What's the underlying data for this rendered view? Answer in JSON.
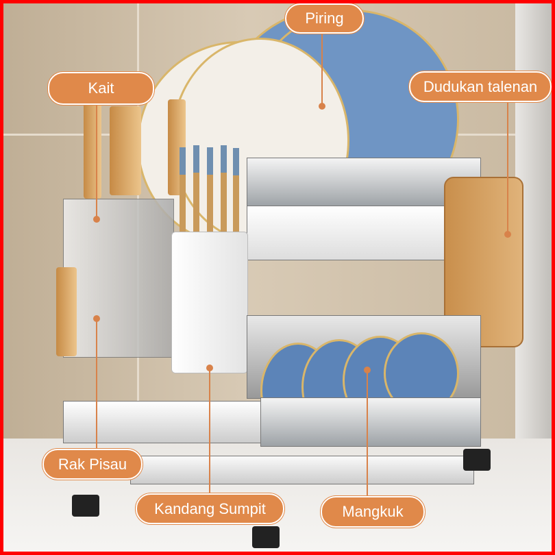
{
  "labels": {
    "piring": "Piring",
    "kait": "Kait",
    "dudukan_talenan": "Dudukan talenan",
    "rak_pisau": "Rak Pisau",
    "kandang_sumpit": "Kandang Sumpit",
    "mangkuk": "Mangkuk"
  },
  "colors": {
    "label_bg": "#e0894a",
    "frame": "#ff0000"
  }
}
